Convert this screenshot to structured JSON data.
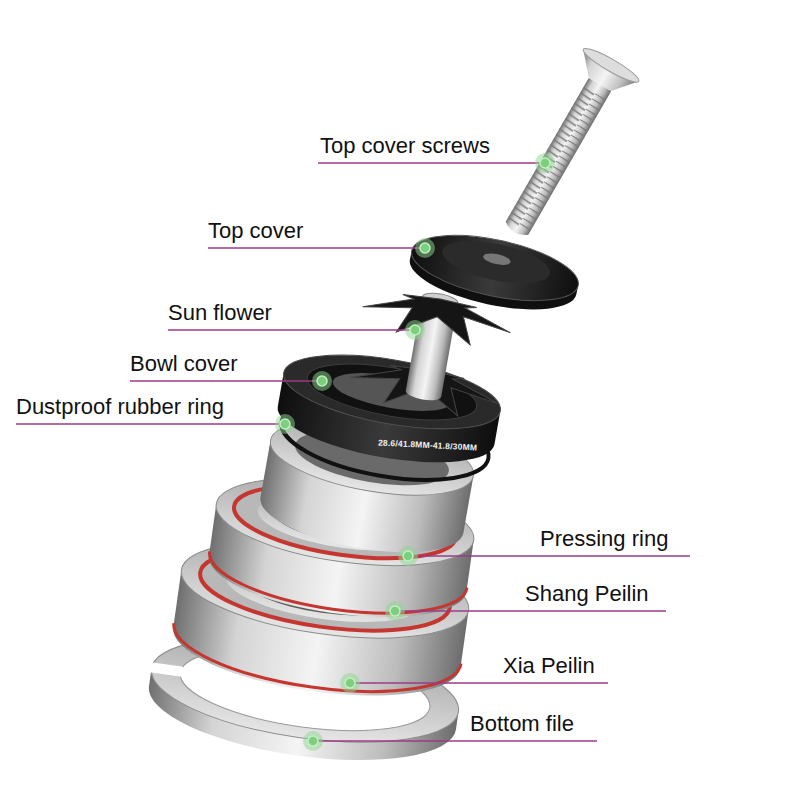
{
  "diagram": {
    "labels": [
      "Top cover screws",
      "Top cover",
      "Sun flower",
      "Bowl cover",
      "Dustproof rubber ring",
      "28.6/41.8MM-41.8/30MM",
      "Pressing ring",
      "Shang Peilin",
      "Xia Peilin",
      "Bottom file"
    ]
  }
}
